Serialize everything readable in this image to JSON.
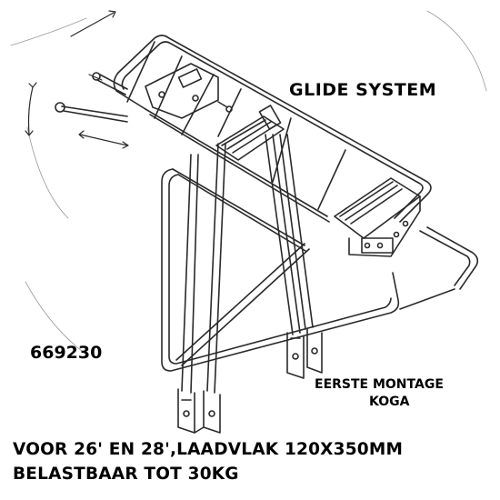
{
  "title": "GLIDE SYSTEM",
  "article_number": "669230",
  "mount_note": {
    "line1": "EERSTE MONTAGE",
    "line2": "KOGA"
  },
  "spec": {
    "line1": "VOOR 26' EN 28',LAADVLAK 120X350MM",
    "line2": "BELASTBAAR TOT 30KG"
  },
  "colors": {
    "line": "#2a2a2a",
    "background": "#ffffff"
  }
}
